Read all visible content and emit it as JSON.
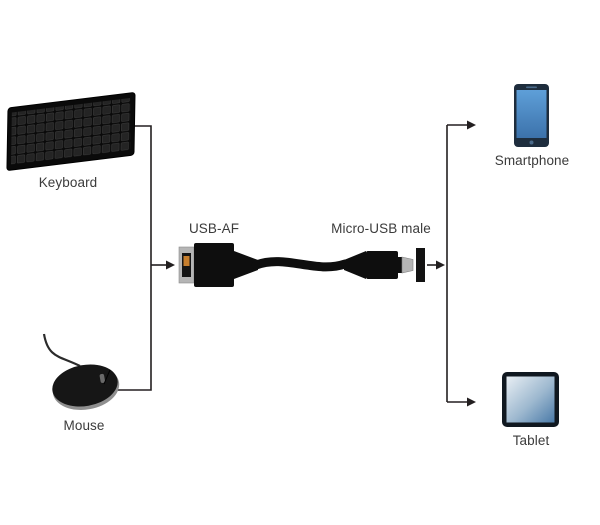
{
  "labels": {
    "keyboard": "Keyboard",
    "mouse": "Mouse",
    "usb_af": "USB-AF",
    "micro_usb": "Micro-USB male",
    "smartphone": "Smartphone",
    "tablet": "Tablet"
  },
  "colors": {
    "background": "#ffffff",
    "line": "#231f20",
    "connector_body": "#0e0e0e",
    "metal": "#b5b5b5",
    "usb_tongue": "#c77f2e",
    "phone_screen_top": "#5e9fd8",
    "phone_screen_bottom": "#3c72ab",
    "tablet_screen_light": "#e9eff4",
    "tablet_screen_dark": "#4a7aa8",
    "label_text": "#3b3b3b"
  }
}
